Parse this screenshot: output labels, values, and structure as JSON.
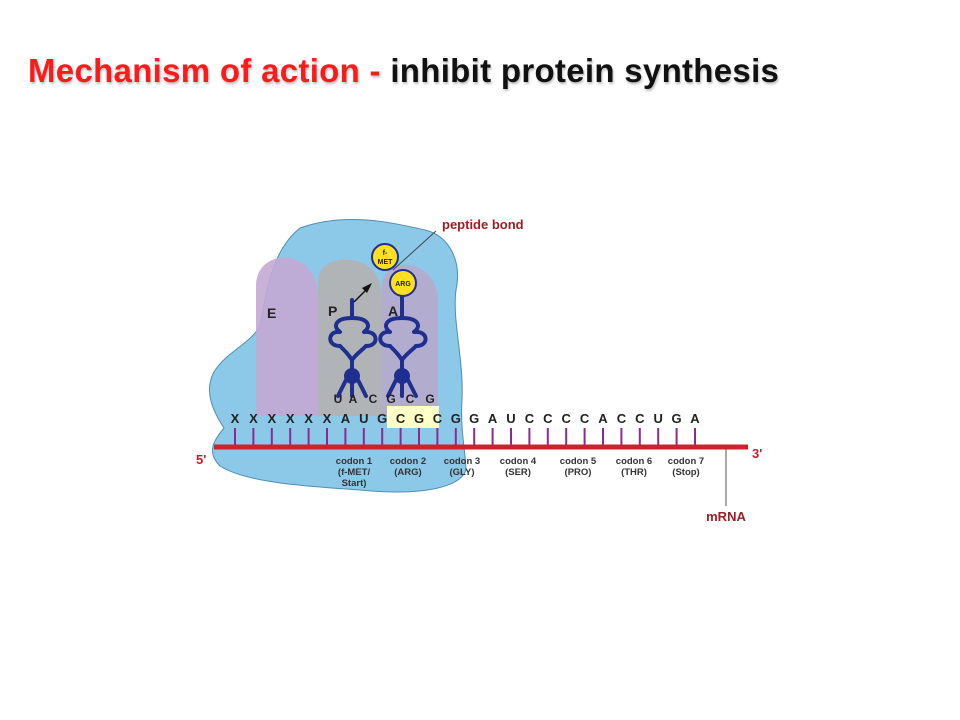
{
  "title": {
    "part1": "Mechanism  of action -",
    "part2": "inhibit  protein  synthesis"
  },
  "ribosome_sites": [
    "E",
    "P",
    "A"
  ],
  "peptide_label": "peptide bond",
  "amino_acids": {
    "fmet": [
      "f-",
      "MET"
    ],
    "arg": "ARG"
  },
  "anticodons": {
    "p": [
      "U",
      "A",
      "C"
    ],
    "a": [
      "G",
      "C",
      "G"
    ]
  },
  "mrna_bases": [
    "X",
    "X",
    "X",
    "X",
    "X",
    "X",
    "A",
    "U",
    "G",
    "C",
    "G",
    "C",
    "G",
    "G",
    "A",
    "U",
    "C",
    "C",
    "C",
    "C",
    "A",
    "C",
    "C",
    "U",
    "G",
    "A"
  ],
  "highlight_bases": [
    9,
    10,
    11
  ],
  "end_labels": {
    "five": "5'",
    "three": "3'"
  },
  "codons": [
    [
      "codon 1",
      "(f-MET/",
      "Start)"
    ],
    [
      "codon 2",
      "(ARG)"
    ],
    [
      "codon 3",
      "(GLY)"
    ],
    [
      "codon 4",
      "(SER)"
    ],
    [
      "codon 5",
      "(PRO)"
    ],
    [
      "codon 6",
      "(THR)"
    ],
    [
      "codon 7",
      "(Stop)"
    ]
  ],
  "mrna_label": "mRNA",
  "colors": {
    "title_red": "#ff1a1a",
    "ribosome": "#8cc8e8",
    "strand": "#d0202e",
    "tick": "#8a2b8e",
    "trna": "#1f2f8f",
    "amino_acid": "#ffe020",
    "highlight": "#ffffc8"
  }
}
